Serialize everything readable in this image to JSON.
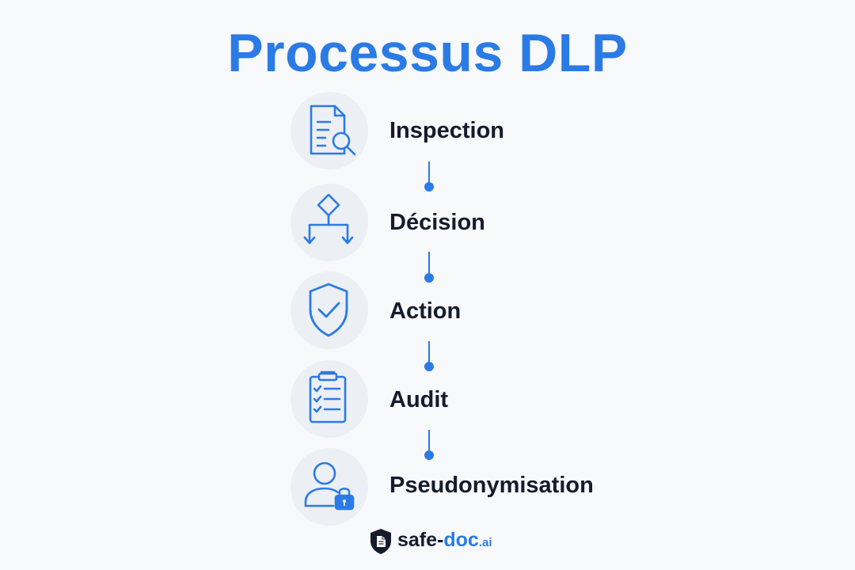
{
  "title": "Processus DLP",
  "colors": {
    "accent": "#2b7be6",
    "text": "#141b2d",
    "icon_bg": "#eceff4",
    "background": "#f8f9fb"
  },
  "steps": [
    {
      "label": "Inspection",
      "icon": "document-search-icon"
    },
    {
      "label": "Décision",
      "icon": "decision-flow-icon"
    },
    {
      "label": "Action",
      "icon": "shield-check-icon"
    },
    {
      "label": "Audit",
      "icon": "clipboard-checklist-icon"
    },
    {
      "label": "Pseudonymisation",
      "icon": "user-lock-icon"
    }
  ],
  "brand": {
    "name_main": "safe-",
    "name_accent": "doc",
    "name_suffix": ".ai",
    "icon": "shield-document-icon"
  }
}
